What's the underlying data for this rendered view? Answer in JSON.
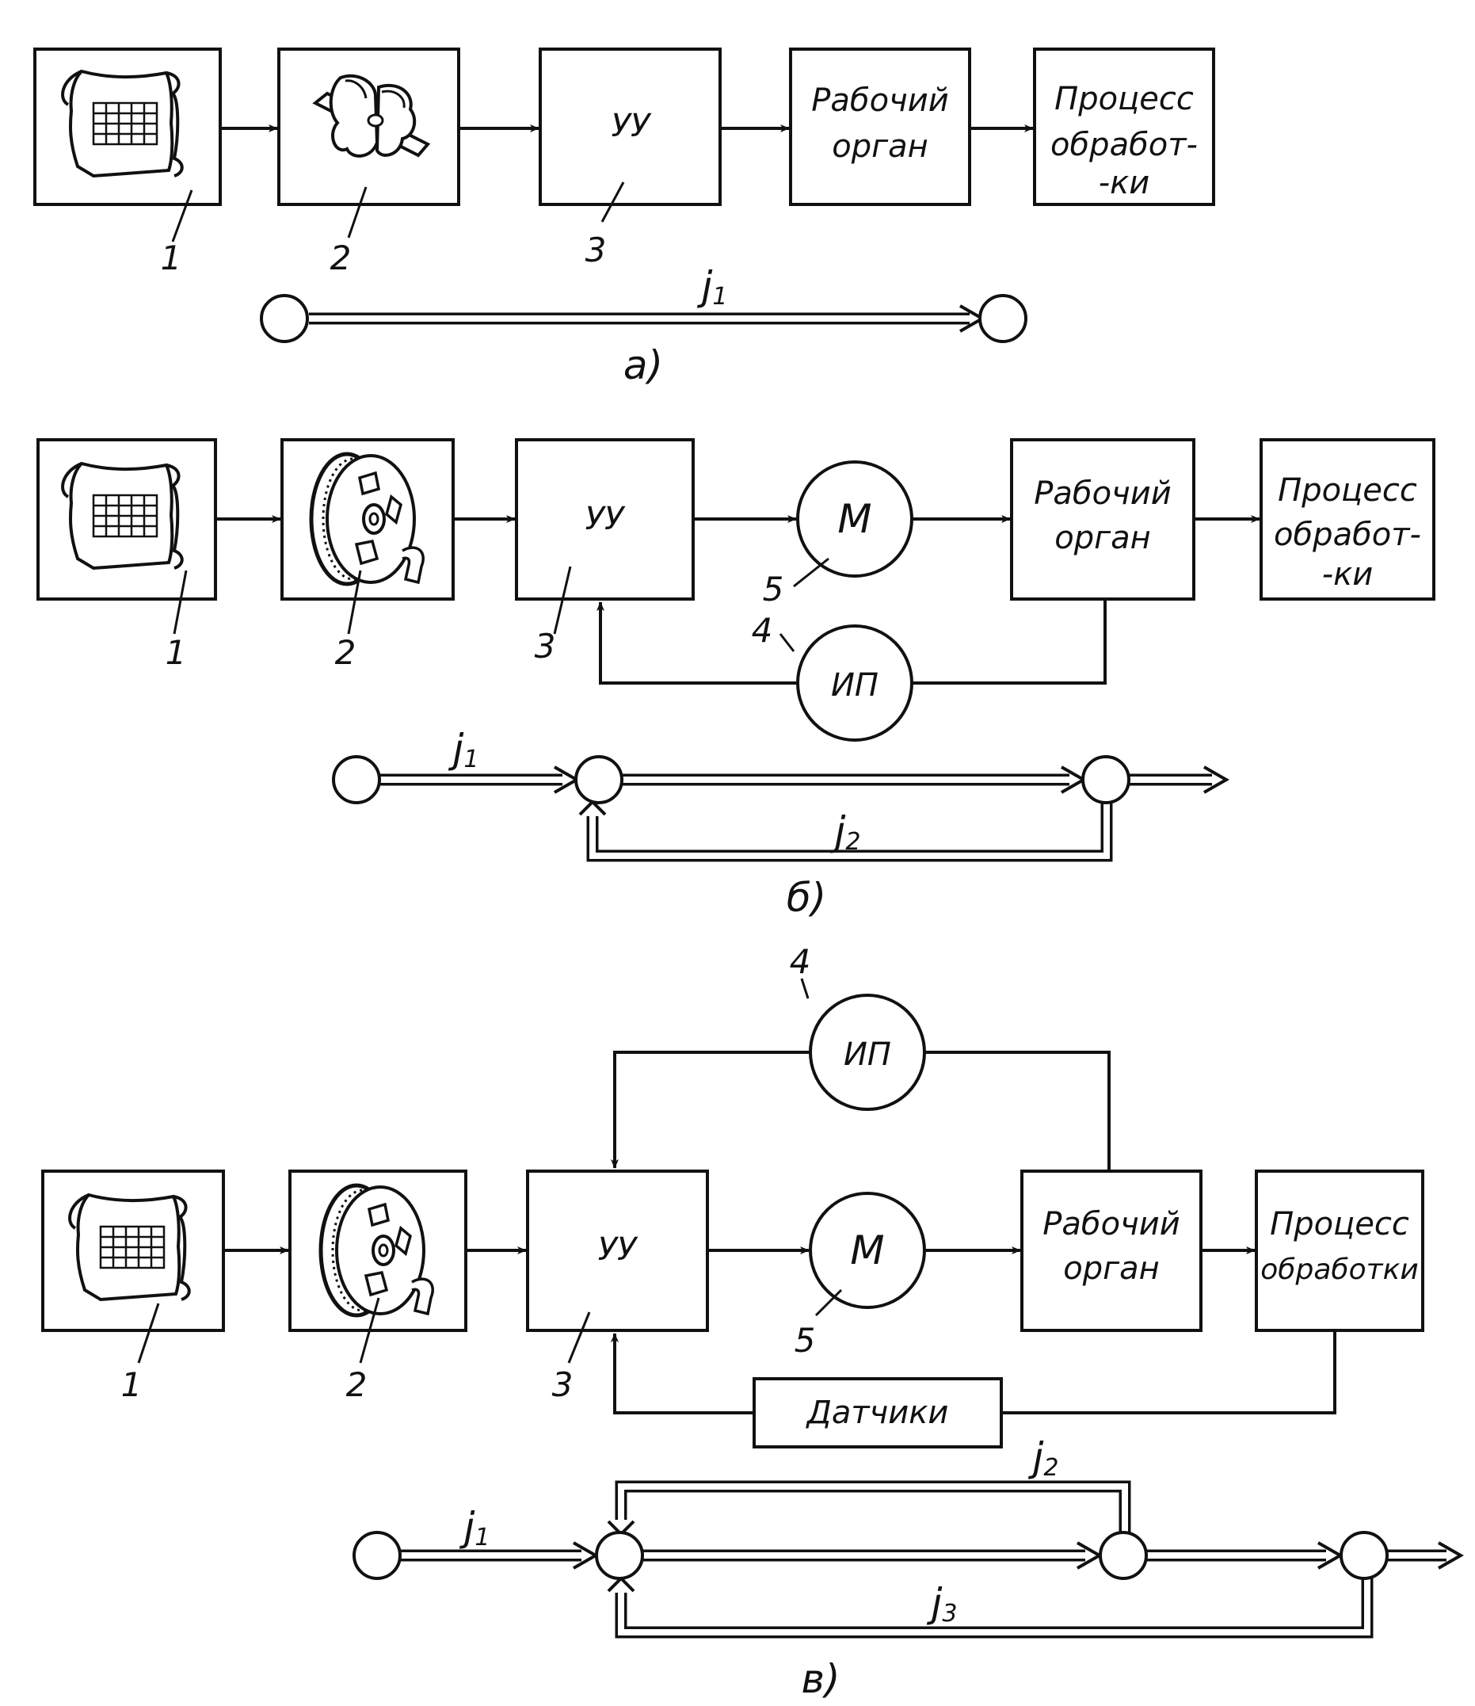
{
  "diagram_a": {
    "uu": "УУ",
    "rabochiy": [
      "Рабочий",
      "орган"
    ],
    "process": [
      "Процесс",
      "обработ-",
      "-ки"
    ],
    "nums": [
      "1",
      "2",
      "3"
    ],
    "j1": "j",
    "j1_sub": "1",
    "caption": "а)"
  },
  "diagram_b": {
    "uu": "УУ",
    "m": "М",
    "ip": "ИП",
    "rabochiy": [
      "Рабочий",
      "орган"
    ],
    "process": [
      "Процесс",
      "обработ-",
      "-ки"
    ],
    "nums": [
      "1",
      "2",
      "3",
      "4",
      "5"
    ],
    "j1": "j",
    "j1_sub": "1",
    "j2": "j",
    "j2_sub": "2",
    "caption": "б)"
  },
  "diagram_c": {
    "uu": "УУ",
    "m": "М",
    "ip": "ИП",
    "rabochiy": [
      "Рабочий",
      "орган"
    ],
    "process": [
      "Процесс",
      "обработки"
    ],
    "datchiki": "Датчики",
    "nums": [
      "1",
      "2",
      "3",
      "4",
      "5"
    ],
    "j1": "j",
    "j1_sub": "1",
    "j2": "j",
    "j2_sub": "2",
    "j3": "j",
    "j3_sub": "3",
    "caption": "в)"
  }
}
